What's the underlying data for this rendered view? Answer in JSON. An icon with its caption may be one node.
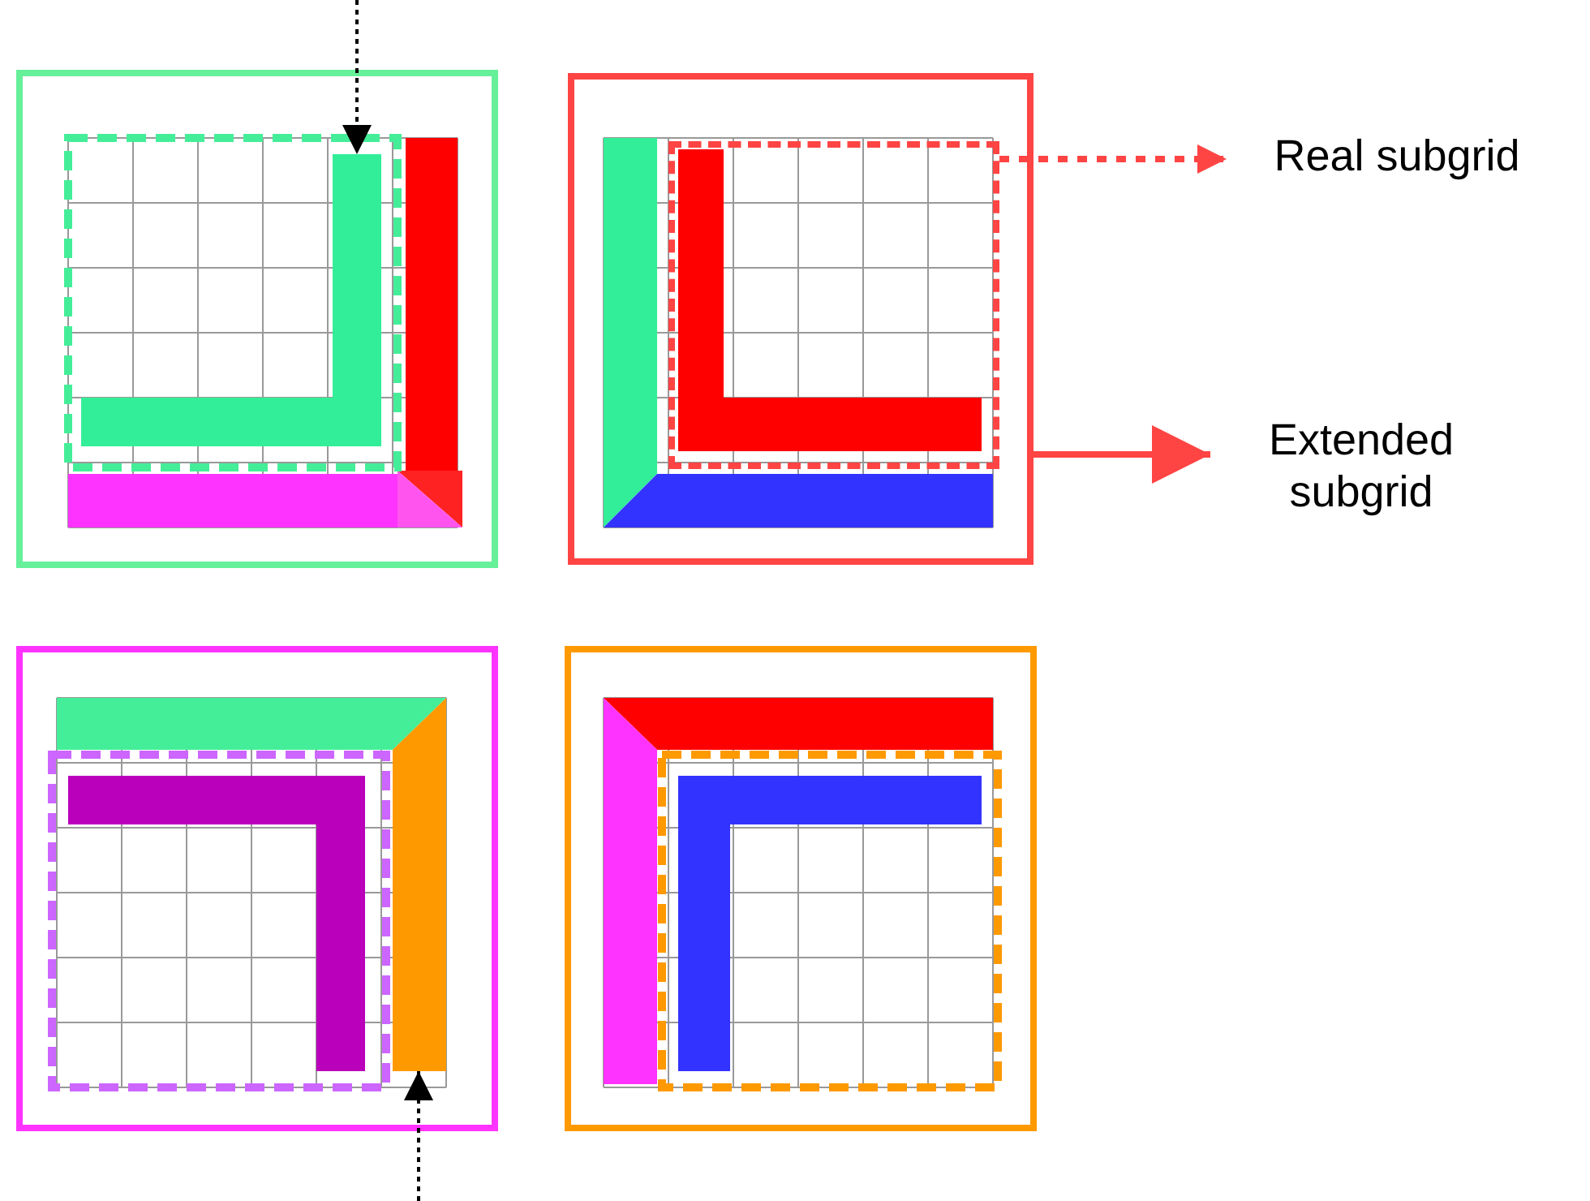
{
  "diagram": {
    "nodes": [
      {
        "text": [],
        "shape": "bar"
      },
      {
        "text": [],
        "shape": "box"
      },
      {
        "text": [],
        "shape": "box",
        "in": 1
      },
      {
        "text": [
          "Real subgrid"
        ]
      },
      {
        "text": [
          "Extended subgrid"
        ]
      },
      {
        "text": [],
        "shape": "bar"
      }
    ],
    "edges": [
      {
        "from": null,
        "to": 0,
        "arrow": "to",
        "style": "dashed"
      },
      {
        "from": 2,
        "to": 3,
        "arrow": "to",
        "style": "dashed",
        "color": "#ff4444"
      },
      {
        "from": 1,
        "to": 4,
        "arrow": "to",
        "style": "thick",
        "color": "#ff4444"
      },
      {
        "from": null,
        "to": 5,
        "arrow": "to",
        "style": "dashed"
      }
    ]
  }
}
